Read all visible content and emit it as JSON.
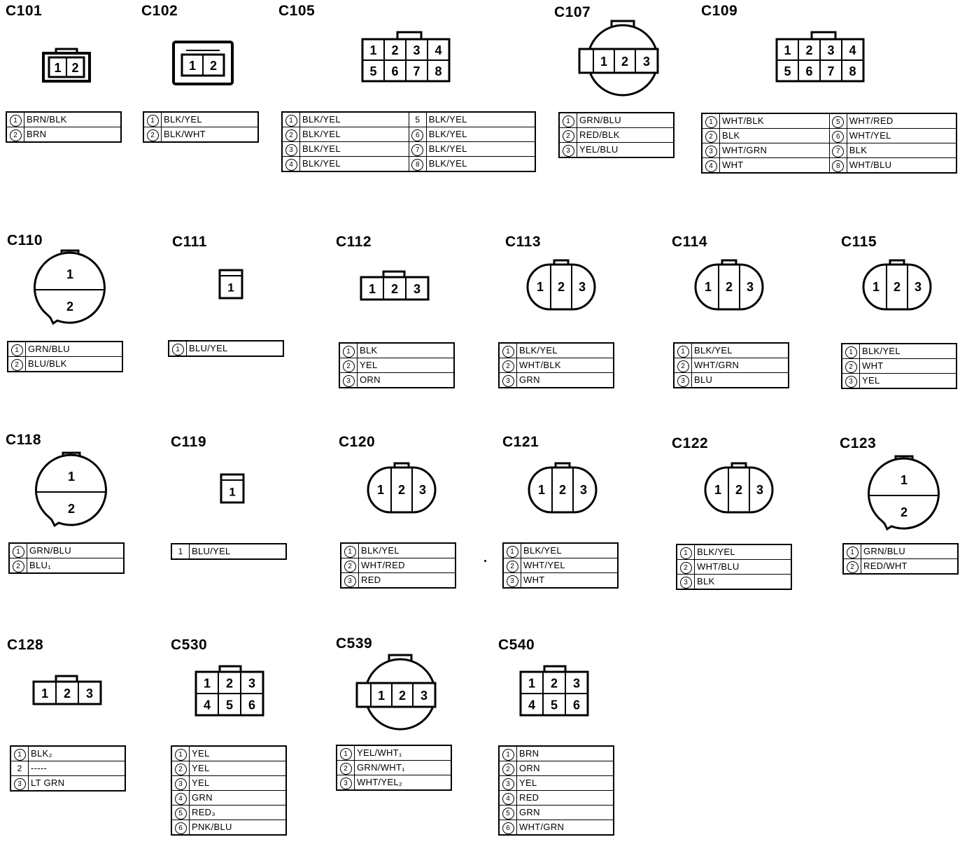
{
  "connectors": [
    {
      "id": "C101",
      "pins": [
        "1",
        "2"
      ],
      "rows": [
        {
          "pin": "1",
          "circled": true,
          "color": "BRN/BLK"
        },
        {
          "pin": "2",
          "circled": true,
          "color": "BRN"
        }
      ]
    },
    {
      "id": "C102",
      "pins": [
        "1",
        "2"
      ],
      "rows": [
        {
          "pin": "1",
          "circled": true,
          "color": "BLK/YEL"
        },
        {
          "pin": "2",
          "circled": true,
          "color": "BLK/WHT"
        }
      ]
    },
    {
      "id": "C105",
      "pins": [
        "1",
        "2",
        "3",
        "4",
        "5",
        "6",
        "7",
        "8"
      ],
      "rows": [
        {
          "pin": "1",
          "circled": true,
          "color": "BLK/YEL"
        },
        {
          "pin": "2",
          "circled": true,
          "color": "BLK/YEL"
        },
        {
          "pin": "3",
          "circled": true,
          "color": "BLK/YEL"
        },
        {
          "pin": "4",
          "circled": true,
          "color": "BLK/YEL"
        },
        {
          "pin": "5",
          "circled": false,
          "color": "BLK/YEL"
        },
        {
          "pin": "6",
          "circled": true,
          "color": "BLK/YEL"
        },
        {
          "pin": "7",
          "circled": true,
          "color": "BLK/YEL"
        },
        {
          "pin": "8",
          "circled": true,
          "color": "BLK/YEL"
        }
      ]
    },
    {
      "id": "C107",
      "pins": [
        "1",
        "2",
        "3"
      ],
      "rows": [
        {
          "pin": "1",
          "circled": true,
          "color": "GRN/BLU"
        },
        {
          "pin": "2",
          "circled": true,
          "color": "RED/BLK"
        },
        {
          "pin": "3",
          "circled": true,
          "color": "YEL/BLU"
        }
      ]
    },
    {
      "id": "C109",
      "pins": [
        "1",
        "2",
        "3",
        "4",
        "5",
        "6",
        "7",
        "8"
      ],
      "rows": [
        {
          "pin": "1",
          "circled": true,
          "color": "WHT/BLK"
        },
        {
          "pin": "2",
          "circled": true,
          "color": "BLK"
        },
        {
          "pin": "3",
          "circled": true,
          "color": "WHT/GRN"
        },
        {
          "pin": "4",
          "circled": true,
          "color": "WHT"
        },
        {
          "pin": "5",
          "circled": true,
          "color": "WHT/RED"
        },
        {
          "pin": "6",
          "circled": true,
          "color": "WHT/YEL"
        },
        {
          "pin": "7",
          "circled": true,
          "color": "BLK"
        },
        {
          "pin": "8",
          "circled": true,
          "color": "WHT/BLU"
        }
      ]
    },
    {
      "id": "C110",
      "pins": [
        "1",
        "2"
      ],
      "rows": [
        {
          "pin": "1",
          "circled": true,
          "color": "GRN/BLU"
        },
        {
          "pin": "2",
          "circled": true,
          "color": "BLU/BLK"
        }
      ]
    },
    {
      "id": "C111",
      "pins": [
        "1"
      ],
      "rows": [
        {
          "pin": "1",
          "circled": true,
          "color": "BLU/YEL"
        }
      ]
    },
    {
      "id": "C112",
      "pins": [
        "1",
        "2",
        "3"
      ],
      "rows": [
        {
          "pin": "1",
          "circled": true,
          "color": "BLK"
        },
        {
          "pin": "2",
          "circled": true,
          "color": "YEL"
        },
        {
          "pin": "3",
          "circled": true,
          "color": "ORN"
        }
      ]
    },
    {
      "id": "C113",
      "pins": [
        "1",
        "2",
        "3"
      ],
      "rows": [
        {
          "pin": "1",
          "circled": true,
          "color": "BLK/YEL"
        },
        {
          "pin": "2",
          "circled": true,
          "color": "WHT/BLK"
        },
        {
          "pin": "3",
          "circled": true,
          "color": "GRN"
        }
      ]
    },
    {
      "id": "C114",
      "pins": [
        "1",
        "2",
        "3"
      ],
      "rows": [
        {
          "pin": "1",
          "circled": true,
          "color": "BLK/YEL"
        },
        {
          "pin": "2",
          "circled": true,
          "color": "WHT/GRN"
        },
        {
          "pin": "3",
          "circled": true,
          "color": "BLU"
        }
      ]
    },
    {
      "id": "C115",
      "pins": [
        "1",
        "2",
        "3"
      ],
      "rows": [
        {
          "pin": "1",
          "circled": true,
          "color": "BLK/YEL"
        },
        {
          "pin": "2",
          "circled": true,
          "color": "WHT"
        },
        {
          "pin": "3",
          "circled": true,
          "color": "YEL"
        }
      ]
    },
    {
      "id": "C118",
      "pins": [
        "1",
        "2"
      ],
      "rows": [
        {
          "pin": "1",
          "circled": true,
          "color": "GRN/BLU"
        },
        {
          "pin": "2",
          "circled": true,
          "color": "BLU₁"
        }
      ]
    },
    {
      "id": "C119",
      "pins": [
        "1"
      ],
      "rows": [
        {
          "pin": "1",
          "circled": false,
          "color": "BLU/YEL"
        }
      ]
    },
    {
      "id": "C120",
      "pins": [
        "1",
        "2",
        "3"
      ],
      "rows": [
        {
          "pin": "1",
          "circled": true,
          "color": "BLK/YEL"
        },
        {
          "pin": "2",
          "circled": true,
          "color": "WHT/RED"
        },
        {
          "pin": "3",
          "circled": true,
          "color": "RED"
        }
      ]
    },
    {
      "id": "C121",
      "pins": [
        "1",
        "2",
        "3"
      ],
      "rows": [
        {
          "pin": "1",
          "circled": true,
          "color": "BLK/YEL"
        },
        {
          "pin": "2",
          "circled": true,
          "color": "WHT/YEL"
        },
        {
          "pin": "3",
          "circled": true,
          "color": "WHT"
        }
      ]
    },
    {
      "id": "C122",
      "pins": [
        "1",
        "2",
        "3"
      ],
      "rows": [
        {
          "pin": "1",
          "circled": true,
          "color": "BLK/YEL"
        },
        {
          "pin": "2",
          "circled": true,
          "color": "WHT/BLU"
        },
        {
          "pin": "3",
          "circled": true,
          "color": "BLK"
        }
      ]
    },
    {
      "id": "C123",
      "pins": [
        "1",
        "2"
      ],
      "rows": [
        {
          "pin": "1",
          "circled": true,
          "color": "GRN/BLU"
        },
        {
          "pin": "2",
          "circled": true,
          "color": "RED/WHT"
        }
      ]
    },
    {
      "id": "C128",
      "pins": [
        "1",
        "2",
        "3"
      ],
      "rows": [
        {
          "pin": "1",
          "circled": true,
          "color": "BLK₂"
        },
        {
          "pin": "2",
          "circled": false,
          "color": "-----"
        },
        {
          "pin": "3",
          "circled": true,
          "color": "LT GRN"
        }
      ]
    },
    {
      "id": "C530",
      "pins": [
        "1",
        "2",
        "3",
        "4",
        "5",
        "6"
      ],
      "rows": [
        {
          "pin": "1",
          "circled": true,
          "color": "YEL"
        },
        {
          "pin": "2",
          "circled": true,
          "color": "YEL"
        },
        {
          "pin": "3",
          "circled": true,
          "color": "YEL"
        },
        {
          "pin": "4",
          "circled": true,
          "color": "GRN"
        },
        {
          "pin": "5",
          "circled": true,
          "color": "RED₃"
        },
        {
          "pin": "6",
          "circled": true,
          "color": "PNK/BLU"
        }
      ]
    },
    {
      "id": "C539",
      "pins": [
        "1",
        "2",
        "3"
      ],
      "rows": [
        {
          "pin": "1",
          "circled": true,
          "color": "YEL/WHT₁"
        },
        {
          "pin": "2",
          "circled": true,
          "color": "GRN/WHT₁"
        },
        {
          "pin": "3",
          "circled": true,
          "color": "WHT/YEL₂"
        }
      ]
    },
    {
      "id": "C540",
      "pins": [
        "1",
        "2",
        "3",
        "4",
        "5",
        "6"
      ],
      "rows": [
        {
          "pin": "1",
          "circled": true,
          "color": "BRN"
        },
        {
          "pin": "2",
          "circled": true,
          "color": "ORN"
        },
        {
          "pin": "3",
          "circled": true,
          "color": "YEL"
        },
        {
          "pin": "4",
          "circled": true,
          "color": "RED"
        },
        {
          "pin": "5",
          "circled": true,
          "color": "GRN"
        },
        {
          "pin": "6",
          "circled": true,
          "color": "WHT/GRN"
        }
      ]
    }
  ]
}
